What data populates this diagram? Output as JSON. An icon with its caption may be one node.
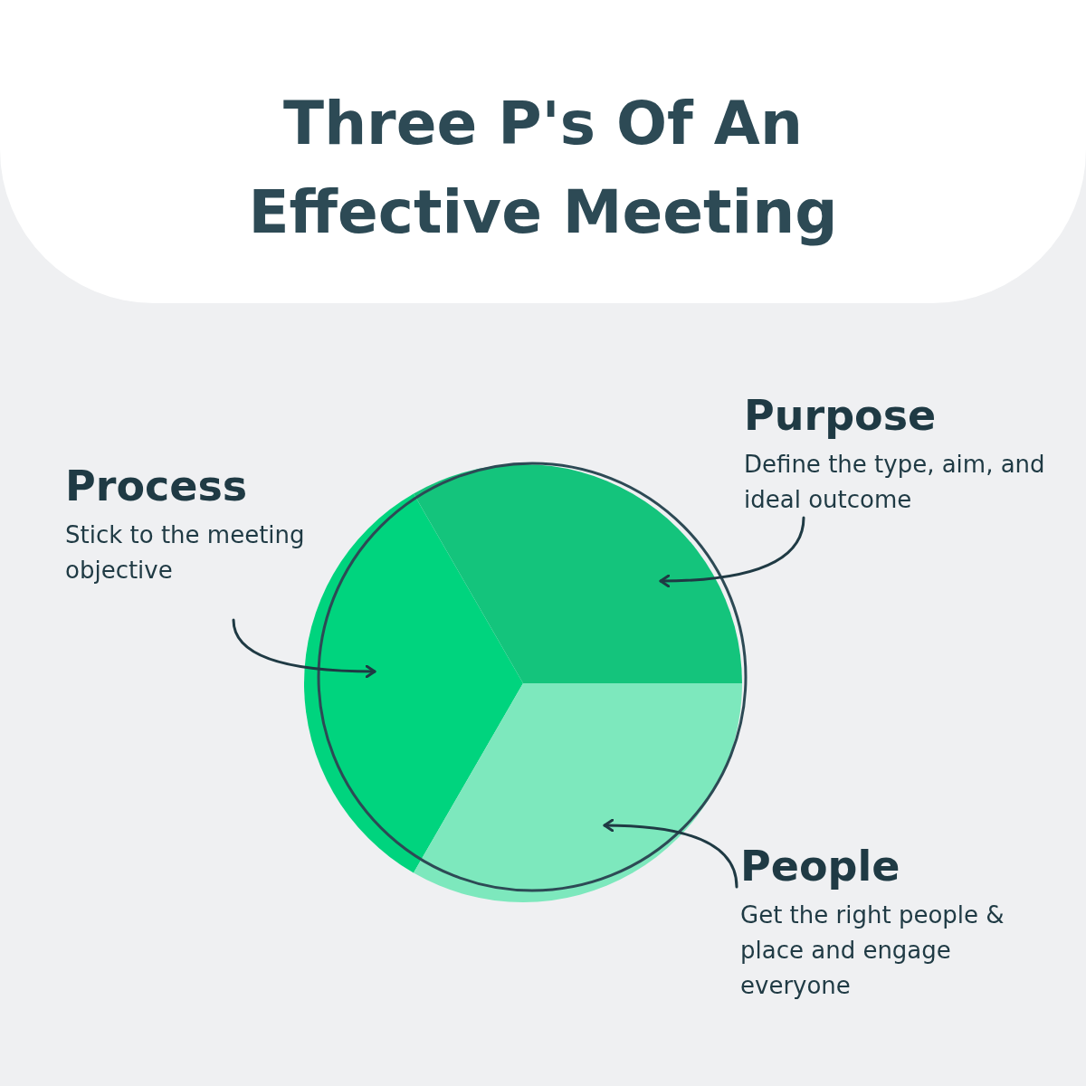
{
  "diagram": {
    "title": "Three P's Of An Effective Meeting",
    "nodes": [
      {
        "text": [
          "Purpose",
          "Define the type, aim, and ideal outcome"
        ]
      },
      {
        "text": [
          "Process",
          "Stick to the meeting objective"
        ]
      },
      {
        "text": [],
        "shape": "slice"
      },
      {
        "text": [],
        "shape": "slice"
      },
      {
        "text": [],
        "shape": "slice"
      },
      {
        "text": [
          "People",
          "Get the right people & place and engage everyone"
        ]
      }
    ],
    "edges": [
      {
        "from": 0,
        "to": 3,
        "arrow": "to"
      },
      {
        "from": 1,
        "to": 2,
        "arrow": "to"
      },
      {
        "from": 5,
        "to": 4,
        "arrow": "to"
      }
    ]
  }
}
